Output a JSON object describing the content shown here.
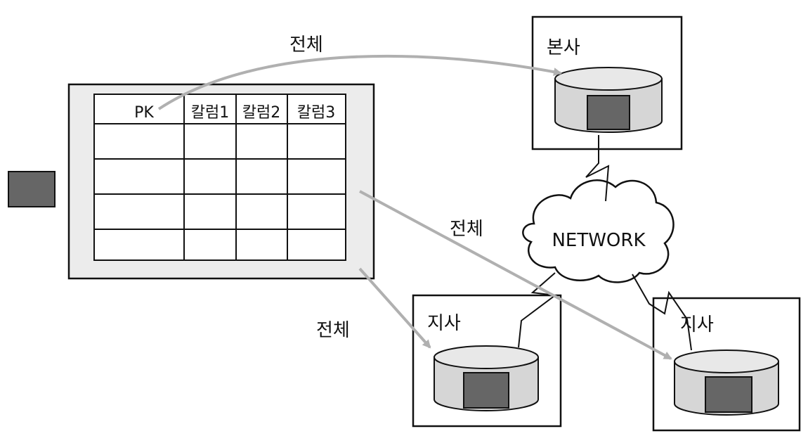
{
  "table": {
    "columns": [
      "PK",
      "칼럼1",
      "칼럼2",
      "칼럼3"
    ]
  },
  "labels": {
    "arrow_top": "전체",
    "arrow_middle": "전체",
    "arrow_bottom": "전체"
  },
  "sites": {
    "headquarters": "본사",
    "branch_left": "지사",
    "branch_right": "지사"
  },
  "network_label": "NETWORK"
}
